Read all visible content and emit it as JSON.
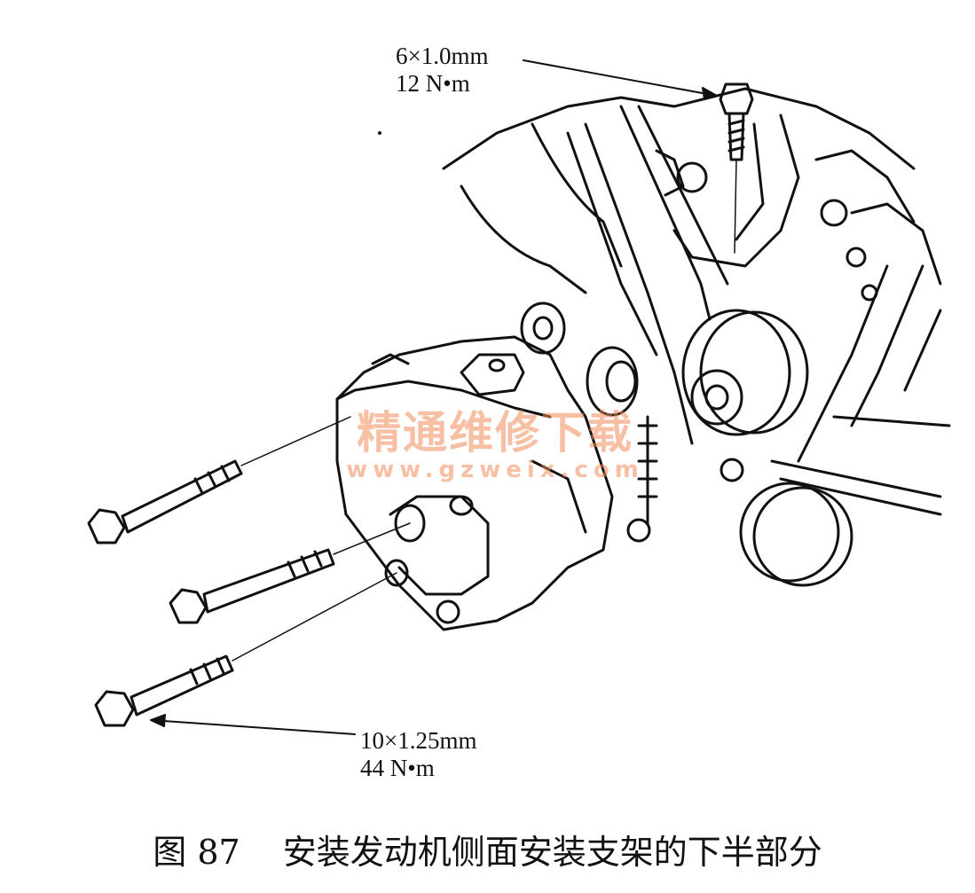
{
  "callouts": {
    "top_bolt": {
      "size": "6×1.0mm",
      "torque": "12 N•m"
    },
    "side_bolts": {
      "size": "10×1.25mm",
      "torque": "44 N•m"
    }
  },
  "caption": {
    "figure_number": "图 87",
    "title": "安装发动机侧面安装支架的下半部分"
  },
  "watermark": {
    "text": "精通维修下载",
    "url": "www.gzweix.com"
  },
  "colors": {
    "line": "#111111",
    "watermark": "#f08c5a"
  }
}
